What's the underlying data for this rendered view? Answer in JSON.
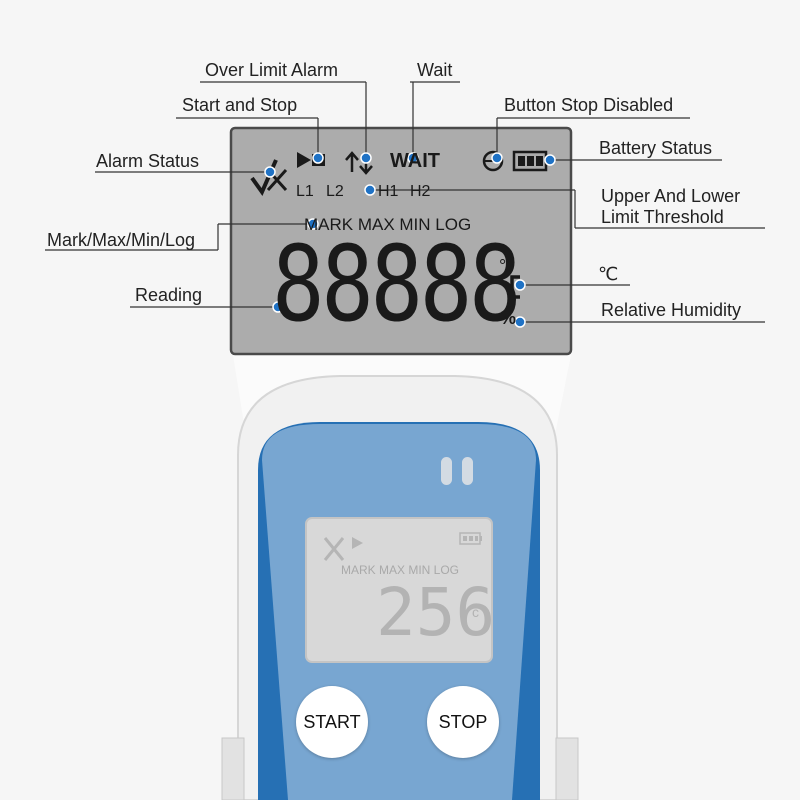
{
  "callouts": {
    "over_limit_alarm": "Over Limit Alarm",
    "wait": "Wait",
    "start_and_stop": "Start and Stop",
    "button_stop_disabled": "Button Stop Disabled",
    "alarm_status": "Alarm Status",
    "battery_status": "Battery Status",
    "upper_lower_line1": "Upper And Lower",
    "upper_lower_line2": "Limit Threshold",
    "mark_max_min_log": "Mark/Max/Min/Log",
    "celsius": "℃",
    "reading": "Reading",
    "relative_humidity": "Relative Humidity"
  },
  "lcd": {
    "wait": "WAIT",
    "l1": "L1",
    "l2": "L2",
    "h1": "H1",
    "h2": "H2",
    "modes": "MARK MAX MIN LOG",
    "reading": "88888",
    "degree": "°",
    "percent": "%"
  },
  "device": {
    "modes": "MARK MAX MIN LOG",
    "reading": "256",
    "unit": "c",
    "start_label": "START",
    "stop_label": "STOP"
  },
  "colors": {
    "lcd_bg": "#acacac",
    "device_blue": "#2670b4",
    "screen_highlight": "#bcd3ea",
    "callout_dot": "#1f72c5"
  }
}
